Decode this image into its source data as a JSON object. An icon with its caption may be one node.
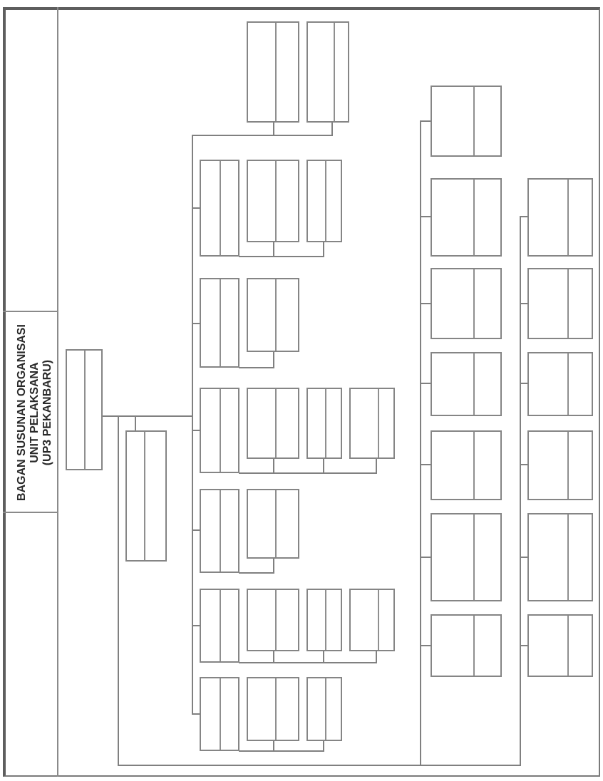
{
  "diagram": {
    "title": "BAGAN SUSUNAN ORGANISASI",
    "nodes": [
      {
        "text": [],
        "shape": "box"
      },
      {
        "text": [],
        "shape": "box"
      },
      {
        "text": [],
        "shape": "box"
      },
      {
        "text": [],
        "shape": "box"
      },
      {
        "text": [],
        "shape": "box"
      },
      {
        "text": [],
        "shape": "box"
      },
      {
        "text": [],
        "shape": "box"
      },
      {
        "text": [],
        "shape": "box"
      },
      {
        "text": [],
        "shape": "box"
      },
      {
        "text": [],
        "shape": "box"
      },
      {
        "text": [],
        "shape": "box"
      },
      {
        "text": [],
        "shape": "box"
      },
      {
        "text": [],
        "shape": "box"
      },
      {
        "text": [],
        "shape": "box"
      },
      {
        "text": [],
        "shape": "box"
      },
      {
        "text": [],
        "shape": "box"
      },
      {
        "text": [],
        "shape": "box"
      },
      {
        "text": [],
        "shape": "box"
      },
      {
        "text": [],
        "shape": "box"
      },
      {
        "text": [],
        "shape": "box"
      },
      {
        "text": [],
        "shape": "box"
      },
      {
        "text": [],
        "shape": "box"
      },
      {
        "text": [],
        "shape": "box"
      },
      {
        "text": [],
        "shape": "box"
      },
      {
        "text": [],
        "shape": "box"
      },
      {
        "text": [],
        "shape": "box"
      },
      {
        "text": [],
        "shape": "box"
      },
      {
        "text": [],
        "shape": "box"
      },
      {
        "text": [],
        "shape": "box"
      },
      {
        "text": [],
        "shape": "box"
      },
      {
        "text": [],
        "shape": "box"
      },
      {
        "text": [],
        "shape": "box"
      },
      {
        "text": [],
        "shape": "box"
      },
      {
        "text": [],
        "shape": "box"
      },
      {
        "text": [],
        "shape": "box"
      }
    ],
    "edges": [
      {
        "from": 0,
        "to": 1,
        "arrow": "none"
      },
      {
        "from": 0,
        "to": 2,
        "arrow": "none"
      },
      {
        "from": 0,
        "to": 3,
        "arrow": "none"
      },
      {
        "from": 0,
        "to": 4,
        "arrow": "none"
      },
      {
        "from": 4,
        "to": 5,
        "arrow": "none"
      },
      {
        "from": 4,
        "to": 6,
        "arrow": "none"
      },
      {
        "from": 0,
        "to": 7,
        "arrow": "none"
      },
      {
        "from": 7,
        "to": 8,
        "arrow": "none"
      },
      {
        "from": 0,
        "to": 9,
        "arrow": "none"
      },
      {
        "from": 9,
        "to": 10,
        "arrow": "none"
      },
      {
        "from": 9,
        "to": 11,
        "arrow": "none"
      },
      {
        "from": 9,
        "to": 12,
        "arrow": "none"
      },
      {
        "from": 0,
        "to": 13,
        "arrow": "none"
      },
      {
        "from": 13,
        "to": 14,
        "arrow": "none"
      },
      {
        "from": 0,
        "to": 15,
        "arrow": "none"
      },
      {
        "from": 15,
        "to": 16,
        "arrow": "none"
      },
      {
        "from": 15,
        "to": 17,
        "arrow": "none"
      },
      {
        "from": 15,
        "to": 18,
        "arrow": "none"
      },
      {
        "from": 0,
        "to": 19,
        "arrow": "none"
      },
      {
        "from": 19,
        "to": 20,
        "arrow": "none"
      },
      {
        "from": 19,
        "to": 21,
        "arrow": "none"
      },
      {
        "from": 0,
        "to": 22,
        "arrow": "none"
      },
      {
        "from": 0,
        "to": 23,
        "arrow": "none"
      },
      {
        "from": 0,
        "to": 24,
        "arrow": "none"
      },
      {
        "from": 0,
        "to": 25,
        "arrow": "none"
      },
      {
        "from": 0,
        "to": 26,
        "arrow": "none"
      },
      {
        "from": 0,
        "to": 27,
        "arrow": "none"
      },
      {
        "from": 0,
        "to": 28,
        "arrow": "none"
      },
      {
        "from": 0,
        "to": 29,
        "arrow": "none"
      },
      {
        "from": 0,
        "to": 30,
        "arrow": "none"
      },
      {
        "from": 0,
        "to": 31,
        "arrow": "none"
      },
      {
        "from": 0,
        "to": 32,
        "arrow": "none"
      },
      {
        "from": 0,
        "to": 33,
        "arrow": "none"
      },
      {
        "from": 0,
        "to": 34,
        "arrow": "none"
      }
    ],
    "labels": [
      "UNIT PELAKSANA",
      "(UP3 PEKANBARU)"
    ]
  }
}
